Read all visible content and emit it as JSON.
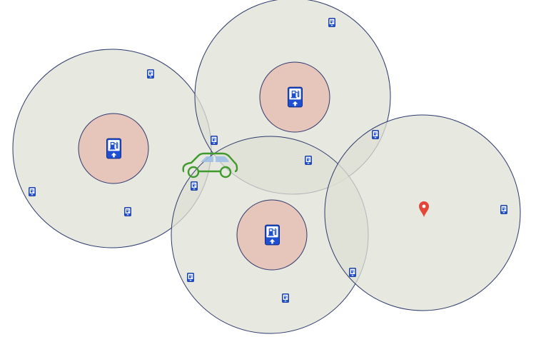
{
  "colors": {
    "zone_outer_fill": "#dfe0d4",
    "zone_outer_stroke": "#2f3a6e",
    "zone_inner_fill": "#e6c5bb",
    "station_blue": "#1f4fd1",
    "station_white": "#ffffff",
    "car_green": "#3e9a2c",
    "car_window": "#9ec0e6",
    "pin_red": "#e4463a"
  },
  "icons": {
    "major_station": "ev-charging-station-icon",
    "minor_station": "charging-point-icon",
    "vehicle": "electric-car-icon",
    "destination": "map-pin-icon"
  },
  "zones": [
    {
      "id": "west",
      "has_hub": true
    },
    {
      "id": "north",
      "has_hub": true
    },
    {
      "id": "south",
      "has_hub": true
    },
    {
      "id": "east",
      "has_hub": false
    }
  ],
  "chargers": [
    {
      "id": "c1"
    },
    {
      "id": "c2"
    },
    {
      "id": "c3"
    },
    {
      "id": "c4"
    },
    {
      "id": "c5"
    },
    {
      "id": "c6"
    },
    {
      "id": "c7"
    },
    {
      "id": "c8"
    },
    {
      "id": "c9"
    },
    {
      "id": "c10"
    },
    {
      "id": "c11"
    },
    {
      "id": "c12"
    }
  ]
}
